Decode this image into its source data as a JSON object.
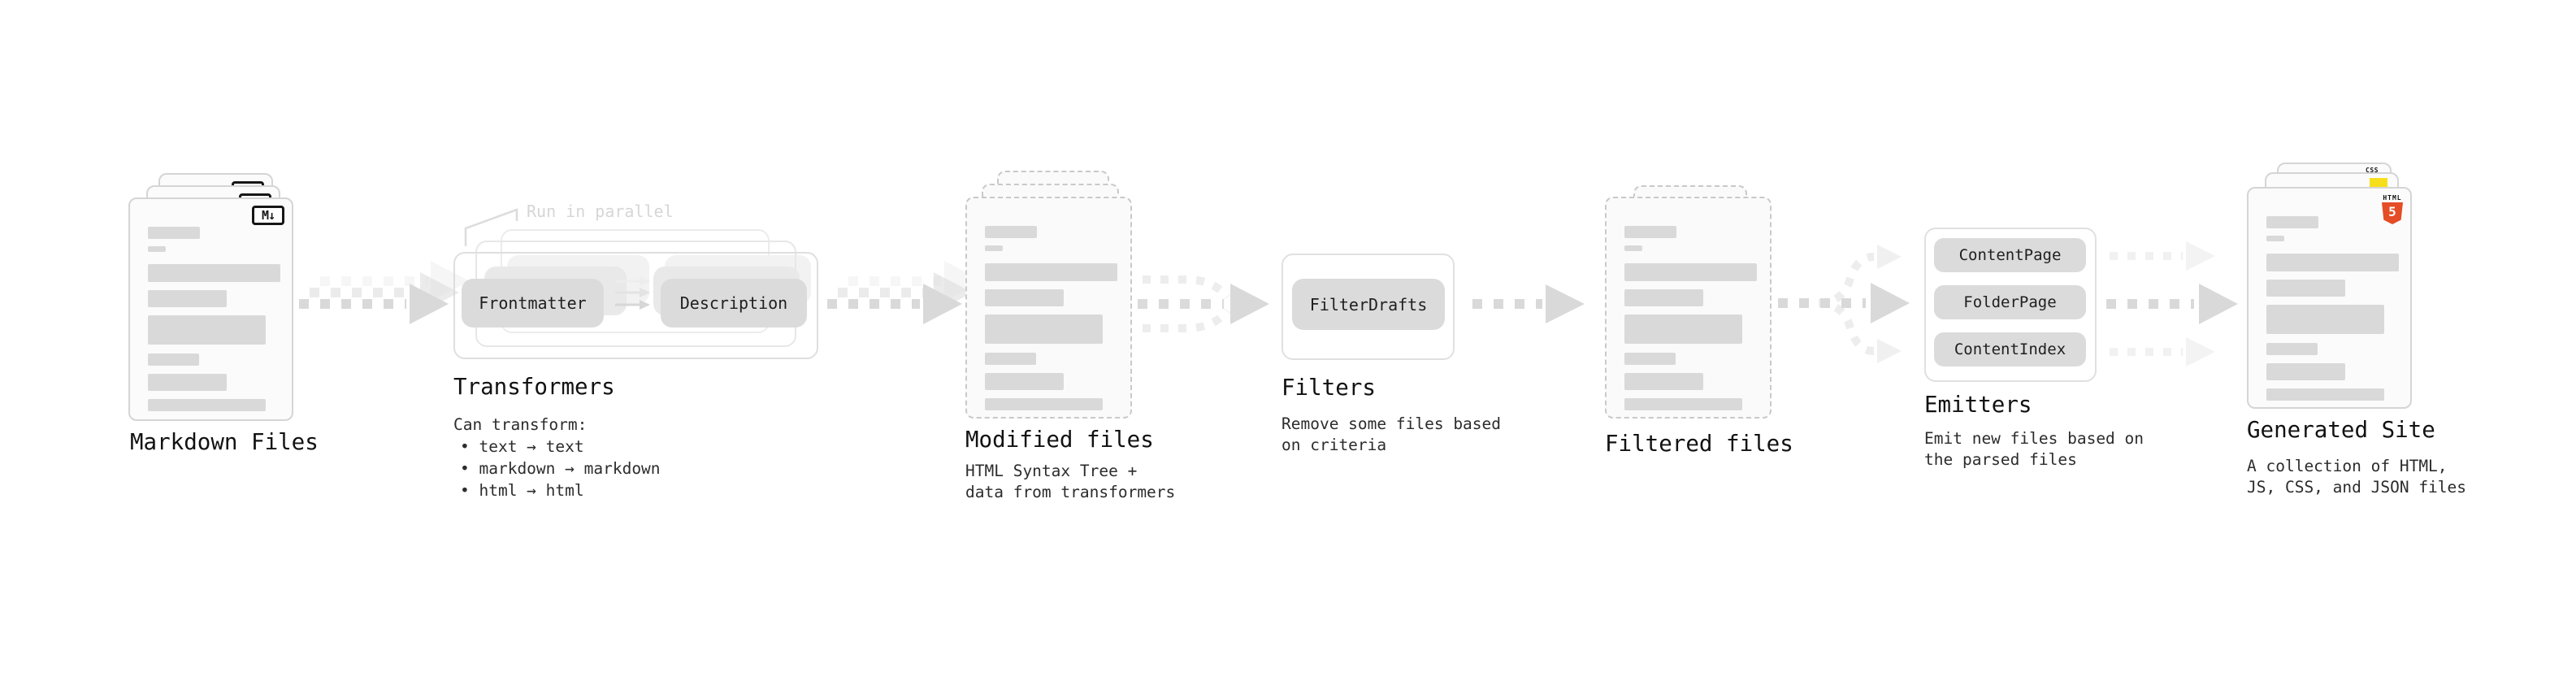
{
  "nodes": {
    "markdown_files": {
      "label": "Markdown Files",
      "badge": "M↓"
    },
    "transformers": {
      "label": "Transformers",
      "annotation": "Run in parallel",
      "input_pill": "Frontmatter",
      "output_pill": "Description",
      "desc_title": "Can transform:",
      "bullets": [
        "• text → text",
        "• markdown → markdown",
        "• html → html"
      ]
    },
    "modified_files": {
      "label": "Modified files",
      "desc_line1": "HTML Syntax Tree +",
      "desc_line2": "data from transformers"
    },
    "filters": {
      "label": "Filters",
      "pill": "FilterDrafts",
      "desc_line1": "Remove some files based",
      "desc_line2": "on criteria"
    },
    "filtered_files": {
      "label": "Filtered files"
    },
    "emitters": {
      "label": "Emitters",
      "pills": [
        "ContentPage",
        "FolderPage",
        "ContentIndex"
      ],
      "desc_line1": "Emit new files based on",
      "desc_line2": "the parsed files"
    },
    "generated_site": {
      "label": "Generated Site",
      "desc_line1": "A collection of HTML,",
      "desc_line2": "JS, CSS, and JSON files",
      "badges": {
        "html_label": "HTML",
        "html_number": "5",
        "css_label": "CSS"
      }
    }
  },
  "colors": {
    "skeleton_gray": "#D9D9D9",
    "pill_gray": "#DBDBDB",
    "arrow_gray": "#D9D9D9",
    "arrow_light_gray": "#ECECEC",
    "annotation_gray": "#D6D6D6",
    "card_border": "#D5D5D5",
    "dashed_border": "#C9C9C9",
    "text_dark": "#121212",
    "html5_orange": "#E44D26",
    "js_yellow": "#F7DF1E",
    "css_blue": "#2E6BE6"
  }
}
